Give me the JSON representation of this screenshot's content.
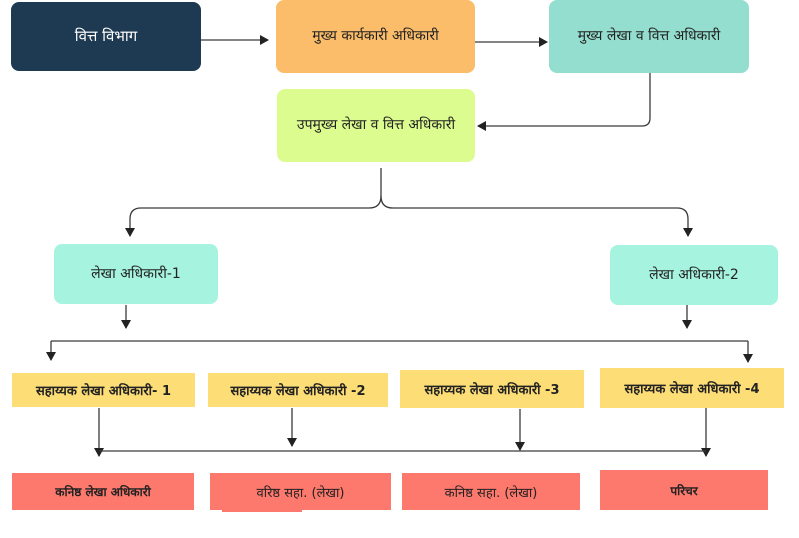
{
  "nodes": {
    "finance_department": "वित्त विभाग",
    "chief_executive_officer": "मुख्य कार्यकारी अधिकारी",
    "chief_accounts_finance_officer": "मुख्य लेखा व वित्त अधिकारी",
    "deputy_chief_accounts_finance_officer": "उपमुख्य लेखा व वित्त अधिकारी",
    "accounts_officer_1": "लेखा अधिकारी-1",
    "accounts_officer_2": "लेखा अधिकारी-2",
    "assistant_accounts_officer_1": "सहाय्यक लेखा अधिकारी- 1",
    "assistant_accounts_officer_2": "सहाय्यक लेखा अधिकारी -2",
    "assistant_accounts_officer_3": "सहाय्यक लेखा अधिकारी -3",
    "assistant_accounts_officer_4": "सहाय्यक लेखा अधिकारी -4",
    "junior_accounts_officer": "कनिष्ठ लेखा अधिकारी",
    "senior_assistant_accounts": "वरिष्ठ सहा. (लेखा)",
    "junior_assistant_accounts": "कनिष्ठ सहा. (लेखा)",
    "peon": "परिचर"
  },
  "colors": {
    "finance_department": "#1e3a52",
    "chief_executive_officer": "#fbbd6a",
    "chief_accounts_finance_officer": "#93dece",
    "deputy_chief_accounts_finance_officer": "#dcfc8f",
    "accounts_officer": "#a6f3df",
    "assistant_accounts_officer": "#fddd75",
    "staff": "#fd786d",
    "connector": "#3a3a3a"
  }
}
